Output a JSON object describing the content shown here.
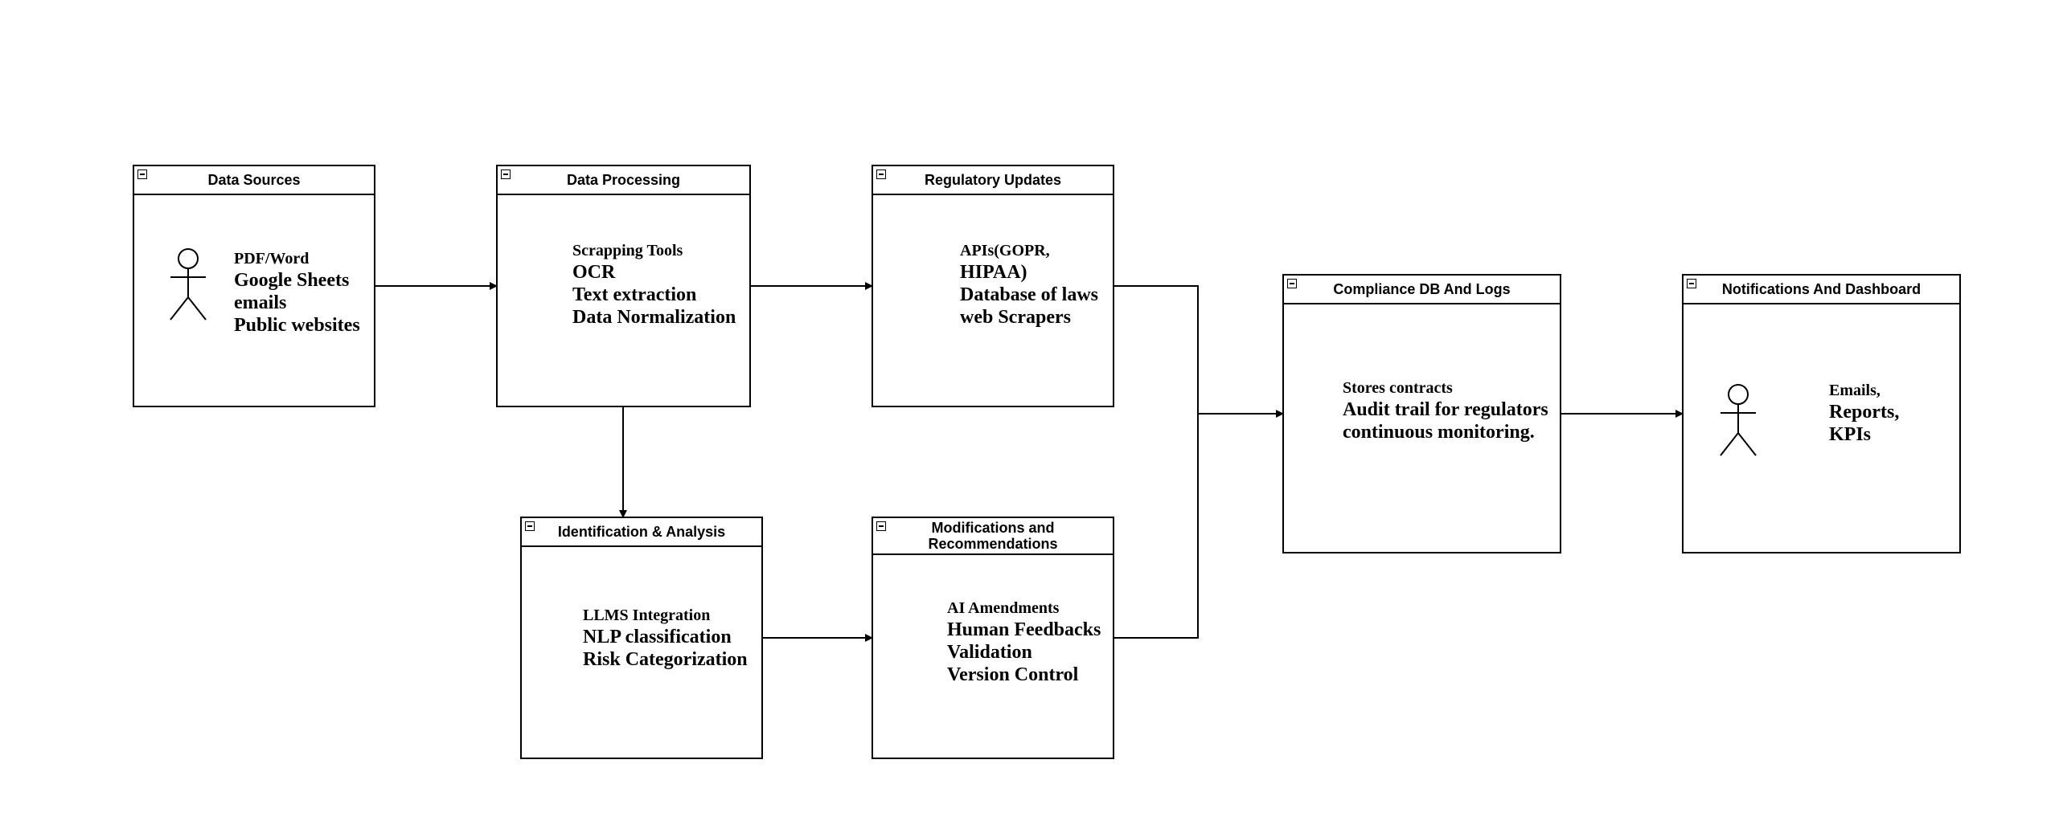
{
  "boxes": {
    "data_sources": {
      "title": "Data Sources",
      "lead": "PDF/Word",
      "lines": [
        "Google Sheets",
        "emails",
        "Public websites"
      ]
    },
    "data_processing": {
      "title": "Data Processing",
      "lead": "Scrapping Tools",
      "lines": [
        "OCR",
        "Text extraction",
        "Data Normalization"
      ]
    },
    "regulatory_updates": {
      "title": "Regulatory Updates",
      "lead": "APIs(GOPR,",
      "lines": [
        "HIPAA)",
        "Database of laws",
        "web Scrapers"
      ]
    },
    "identification_analysis": {
      "title": "Identification & Analysis",
      "lead": "LLMS Integration",
      "lines": [
        "NLP classification",
        "Risk Categorization"
      ]
    },
    "modifications": {
      "title_line1": "Modifications and",
      "title_line2": "Recommendations",
      "lead": "AI Amendments",
      "lines": [
        "Human Feedbacks",
        "Validation",
        "Version Control"
      ]
    },
    "compliance_db": {
      "title": "Compliance DB And Logs",
      "lead": "Stores contracts",
      "lines": [
        "Audit trail for regulators",
        "continuous monitoring."
      ]
    },
    "notifications": {
      "title": "Notifications And Dashboard",
      "lead": "Emails,",
      "lines": [
        "Reports,",
        "KPIs"
      ]
    }
  },
  "icons": {
    "collapse": "collapse-minus-icon",
    "actor": "stick-figure-actor-icon"
  },
  "colors": {
    "line": "#000000",
    "background": "#ffffff"
  }
}
